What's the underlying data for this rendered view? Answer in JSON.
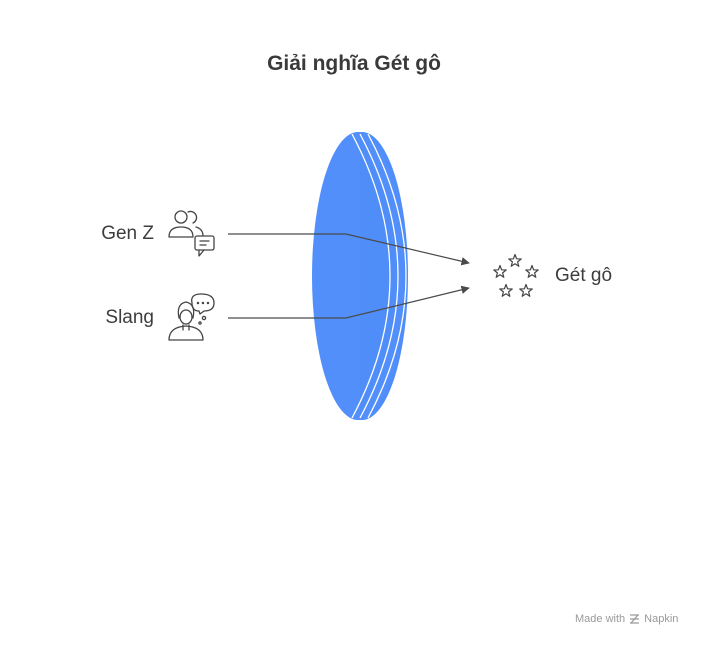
{
  "title": "Giải nghĩa Gét gô",
  "inputs": [
    {
      "label": "Gen Z",
      "icon": "users-chat-icon"
    },
    {
      "label": "Slang",
      "icon": "person-thought-icon"
    }
  ],
  "output": {
    "label": "Gét gô",
    "icon": "stars-icon"
  },
  "lens_color": "#528ffb",
  "footer": {
    "made_with": "Made with",
    "brand": "Napkin"
  }
}
